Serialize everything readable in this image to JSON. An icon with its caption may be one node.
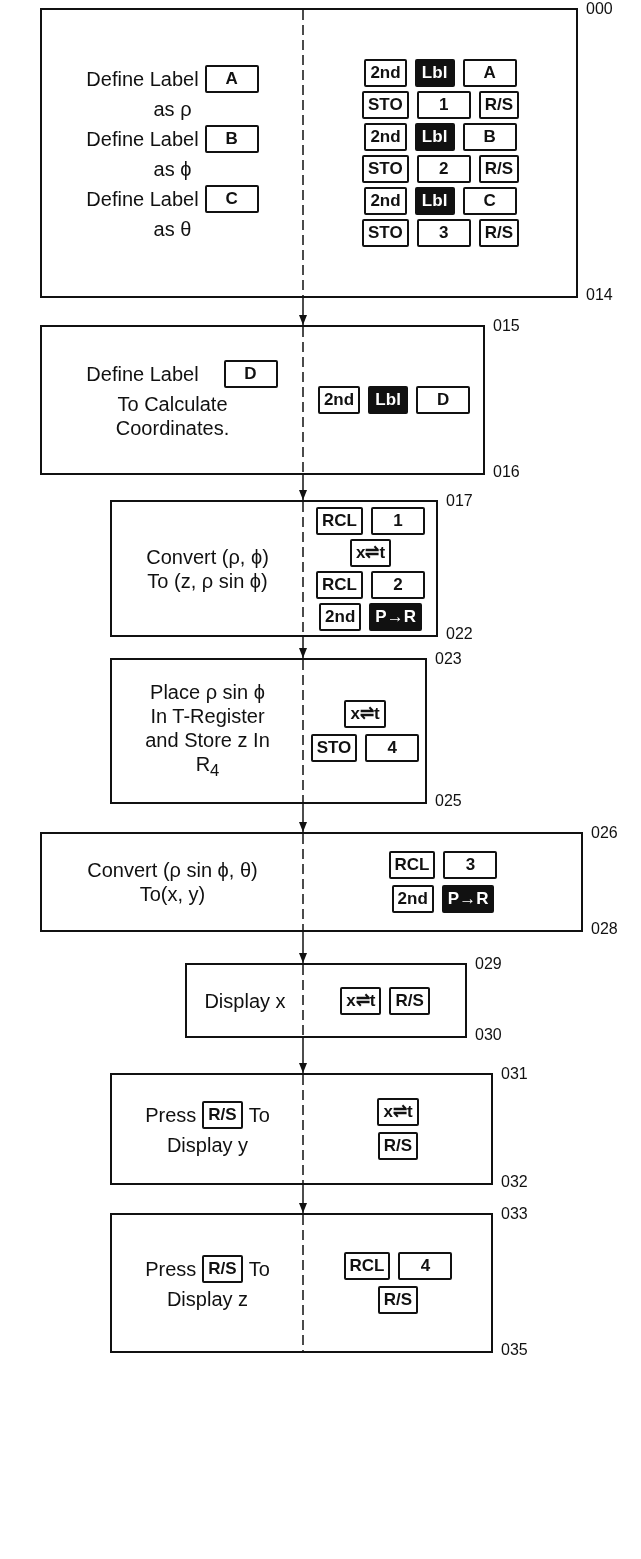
{
  "diagram": {
    "nodes": [
      {
        "text": [
          "Define Label",
          "as ρ",
          "Define Label",
          "as ϕ",
          "Define Label",
          "as θ"
        ],
        "beside": [
          "000",
          "014"
        ]
      },
      {
        "text": [
          "A"
        ],
        "in": 0
      },
      {
        "text": [
          "B"
        ],
        "in": 0
      },
      {
        "text": [
          "C"
        ],
        "in": 0
      },
      {
        "text": [
          "2nd"
        ],
        "in": 0
      },
      {
        "text": [
          "Lbl"
        ],
        "in": 0
      },
      {
        "text": [
          "A"
        ],
        "in": 0
      },
      {
        "text": [
          "STO"
        ],
        "in": 0
      },
      {
        "text": [
          "1"
        ],
        "in": 0
      },
      {
        "text": [
          "R/S"
        ],
        "in": 0
      },
      {
        "text": [
          "2nd"
        ],
        "in": 0
      },
      {
        "text": [
          "Lbl"
        ],
        "in": 0
      },
      {
        "text": [
          "B"
        ],
        "in": 0
      },
      {
        "text": [
          "STO"
        ],
        "in": 0
      },
      {
        "text": [
          "2"
        ],
        "in": 0
      },
      {
        "text": [
          "R/S"
        ],
        "in": 0
      },
      {
        "text": [
          "2nd"
        ],
        "in": 0
      },
      {
        "text": [
          "Lbl"
        ],
        "in": 0
      },
      {
        "text": [
          "C"
        ],
        "in": 0
      },
      {
        "text": [
          "STO"
        ],
        "in": 0
      },
      {
        "text": [
          "3"
        ],
        "in": 0
      },
      {
        "text": [
          "R/S"
        ],
        "in": 0
      },
      {
        "text": [
          "Define Label",
          "To Calculate Coordinates."
        ],
        "beside": [
          "015",
          "016"
        ]
      },
      {
        "text": [
          "D"
        ],
        "in": 22
      },
      {
        "text": [
          "2nd"
        ],
        "in": 22
      },
      {
        "text": [
          "Lbl"
        ],
        "in": 22
      },
      {
        "text": [
          "D"
        ],
        "in": 22
      },
      {
        "text": [
          "Convert (ρ, ϕ) To (z, ρ sin ϕ)"
        ],
        "beside": [
          "017",
          "022"
        ]
      },
      {
        "text": [
          "RCL"
        ],
        "in": 27
      },
      {
        "text": [
          "1"
        ],
        "in": 27
      },
      {
        "text": [
          "x⇌t"
        ],
        "in": 27
      },
      {
        "text": [
          "RCL"
        ],
        "in": 27
      },
      {
        "text": [
          "2"
        ],
        "in": 27
      },
      {
        "text": [
          "2nd"
        ],
        "in": 27
      },
      {
        "text": [
          "P→R"
        ],
        "in": 27
      },
      {
        "text": [
          "Place ρ sin ϕ In T-Register and Store z In R$_{4}$"
        ],
        "beside": [
          "023",
          "025"
        ]
      },
      {
        "text": [
          "x⇌t"
        ],
        "in": 35
      },
      {
        "text": [
          "STO"
        ],
        "in": 35
      },
      {
        "text": [
          "4"
        ],
        "in": 35
      },
      {
        "text": [
          "Convert (ρ sin ϕ, θ) To(x, y)"
        ],
        "beside": [
          "026",
          "028"
        ]
      },
      {
        "text": [
          "RCL"
        ],
        "in": 39
      },
      {
        "text": [
          "3"
        ],
        "in": 39
      },
      {
        "text": [
          "2nd"
        ],
        "in": 39
      },
      {
        "text": [
          "P→R"
        ],
        "in": 39
      },
      {
        "text": [
          "Display x"
        ],
        "beside": [
          "029",
          "030"
        ]
      },
      {
        "text": [
          "x⇌t"
        ],
        "in": 44
      },
      {
        "text": [
          "R/S"
        ],
        "in": 44
      },
      {
        "text": [
          "Press",
          "To",
          "Display y"
        ],
        "beside": [
          "031",
          "032"
        ]
      },
      {
        "text": [
          "R/S"
        ],
        "in": 47
      },
      {
        "text": [
          "x⇌t"
        ],
        "in": 47
      },
      {
        "text": [
          "R/S"
        ],
        "in": 47
      },
      {
        "text": [
          "Press",
          "To",
          "Display z"
        ],
        "beside": [
          "033",
          "035"
        ]
      },
      {
        "text": [
          "R/S"
        ],
        "in": 51
      },
      {
        "text": [
          "RCL"
        ],
        "in": 51
      },
      {
        "text": [
          "4"
        ],
        "in": 51
      },
      {
        "text": [
          "R/S"
        ],
        "in": 51
      }
    ],
    "edges": [
      {
        "from": 0,
        "to": 22,
        "arrow": "to"
      },
      {
        "from": 22,
        "to": 27,
        "arrow": "to"
      },
      {
        "from": 27,
        "to": 35,
        "arrow": "to"
      },
      {
        "from": 35,
        "to": 39,
        "arrow": "to"
      },
      {
        "from": 39,
        "to": 44,
        "arrow": "to"
      },
      {
        "from": 44,
        "to": 47,
        "arrow": "to"
      },
      {
        "from": 47,
        "to": 51,
        "arrow": "to"
      }
    ]
  }
}
